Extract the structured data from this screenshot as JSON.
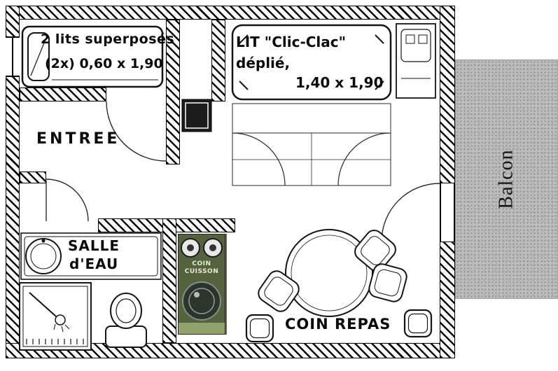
{
  "plan": {
    "bunk_room": {
      "line1": "2 lits superposés",
      "line2": "(2x) 0,60 x 1,90"
    },
    "clic_clac_room": {
      "line1": "LIT \"Clic-Clac\"",
      "line2": "déplié,",
      "line3": "1,40 x 1,90"
    },
    "entrance": {
      "label": "ENTREE"
    },
    "bathroom": {
      "line1": "SALLE",
      "line2": "d'EAU"
    },
    "kitchen": {
      "line1": "COIN",
      "line2": "CUISSON"
    },
    "dining": {
      "label": "COIN REPAS"
    },
    "balcony": {
      "label": "Balcon"
    }
  },
  "colors": {
    "wall": "#000000",
    "text": "#0a0a0a",
    "kitchen_block": "#55623e",
    "kitchen_block_light": "#93a16b",
    "balcony_gray": "#bdbdbd"
  }
}
